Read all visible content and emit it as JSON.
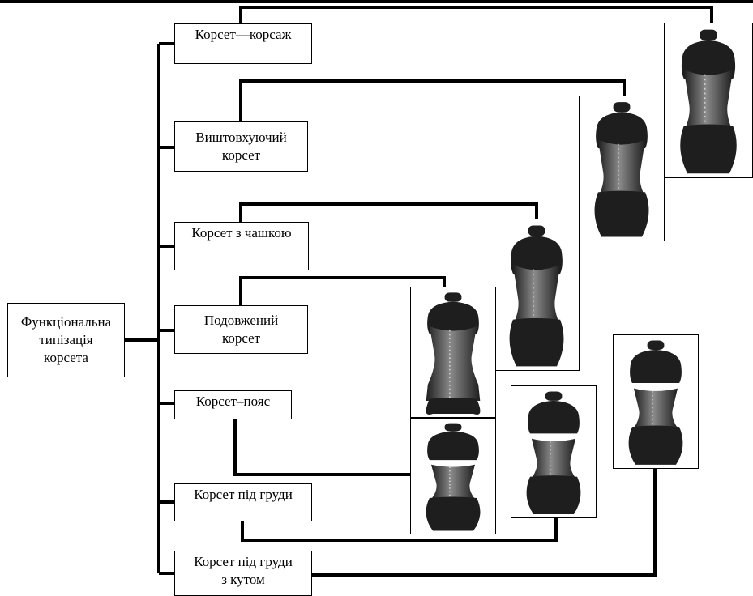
{
  "root": {
    "label": "Функціональна\nтипізація\nкорсета"
  },
  "types": [
    {
      "label": "Корсет—корсаж"
    },
    {
      "label": "Виштовхуючий\nкорсет"
    },
    {
      "label": "Корсет з чашкою"
    },
    {
      "label": "Подовжений\nкорсет"
    },
    {
      "label": "Корсет–пояс"
    },
    {
      "label": "Корсет під груди"
    },
    {
      "label": "Корсет під груди\nз кутом"
    }
  ],
  "photos": [
    {
      "subject": "mannequin-corset-bodice",
      "style": "overbust"
    },
    {
      "subject": "mannequin-push-up-corset",
      "style": "overbust"
    },
    {
      "subject": "mannequin-cup-corset",
      "style": "overbust"
    },
    {
      "subject": "mannequin-long-corset",
      "style": "long"
    },
    {
      "subject": "mannequin-waist-corset",
      "style": "underbust"
    },
    {
      "subject": "mannequin-underbust-corset",
      "style": "underbust"
    },
    {
      "subject": "mannequin-underbust-angle-corset",
      "style": "underbust"
    }
  ],
  "colors": {
    "line": "#000000",
    "fabric": "#4a4a4a",
    "fabric_light": "#8a8a8a",
    "head": "#1e1e1e"
  }
}
